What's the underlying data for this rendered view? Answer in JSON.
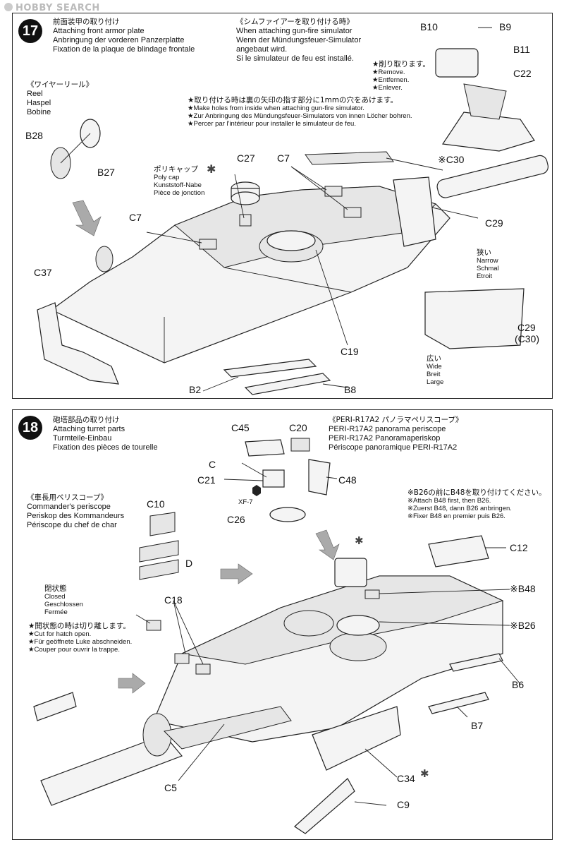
{
  "watermark": "HOBBY SEARCH",
  "step17": {
    "number": "17",
    "title_jp": "前面装甲の取り付け",
    "title_en": "Attaching front armor plate",
    "title_de": "Anbringung der vorderen Panzerplatte",
    "title_fr": "Fixation de la plaque de blindage frontale",
    "gunfire": {
      "jp": "《シムファイアーを取り付ける時》",
      "en": "When attaching gun-fire simulator",
      "de1": "Wenn der Mündungsfeuer-Simulator",
      "de2": "angebaut wird.",
      "fr": "Si le simulateur de feu est installé."
    },
    "reel": {
      "jp": "《ワイヤーリール》",
      "en": "Reel",
      "de": "Haspel",
      "fr": "Bobine"
    },
    "remove": {
      "jp": "★削り取ります。",
      "en": "★Remove.",
      "de": "★Entfernen.",
      "fr": "★Enlever."
    },
    "holes": {
      "jp": "★取り付ける時は裏の矢印の指す部分に1mmの穴をあけます。",
      "en": "★Make holes from inside when attaching gun-fire simulator.",
      "de": "★Zur Anbringung des Mündungsfeuer-Simulators von innen Löcher bohren.",
      "fr": "★Percer par l'intérieur pour installer le simulateur de feu."
    },
    "polycap": {
      "jp": "ポリキャップ",
      "en": "Poly cap",
      "de": "Kunststoff-Nabe",
      "fr": "Pièce de jonction"
    },
    "narrow": {
      "jp": "狭い",
      "en": "Narrow",
      "de": "Schmal",
      "fr": "Etroit"
    },
    "wide": {
      "jp": "広い",
      "en": "Wide",
      "de": "Breit",
      "fr": "Large"
    },
    "parts": {
      "b10": "B10",
      "b9": "B9",
      "b11": "B11",
      "c22": "C22",
      "c30": "※C30",
      "b28": "B28",
      "b27": "B27",
      "c27": "C27",
      "c7a": "C7",
      "c7b": "C7",
      "c29a": "C29",
      "c37": "C37",
      "c19": "C19",
      "c29b": "C29",
      "c30b": "(C30)",
      "b2": "B2",
      "b8": "B8"
    }
  },
  "step18": {
    "number": "18",
    "title_jp": "砲塔部品の取り付け",
    "title_en": "Attaching turret parts",
    "title_de": "Turmteile-Einbau",
    "title_fr": "Fixation des pièces de tourelle",
    "peri": {
      "jp": "《PERI-R17A2 パノラマペリスコープ》",
      "en": "PERI-R17A2 panorama periscope",
      "de": "PERI-R17A2 Panoramaperiskop",
      "fr": "Périscope panoramique PERI-R17A2"
    },
    "commander": {
      "jp": "《車長用ペリスコープ》",
      "en": "Commander's periscope",
      "de": "Periskop des Kommandeurs",
      "fr": "Périscope du chef de char"
    },
    "b48note": {
      "jp": "※B26の前にB48を取り付けてください。",
      "en": "※Attach B48 first, then B26.",
      "de": "※Zuerst B48, dann B26 anbringen.",
      "fr": "※Fixer B48 en premier puis B26."
    },
    "closed": {
      "jp": "閉状態",
      "en": "Closed",
      "de": "Geschlossen",
      "fr": "Fermée"
    },
    "cut": {
      "jp": "★開状態の時は切り離します。",
      "en": "★Cut for hatch open.",
      "de": "★Für geöffnete Luke abschneiden.",
      "fr": "★Couper pour ouvrir la trappe."
    },
    "parts": {
      "c45": "C45",
      "c20": "C20",
      "c": "C",
      "c21": "C21",
      "c48": "C48",
      "xf7": "XF-7",
      "c26": "C26",
      "c10": "C10",
      "d": "D",
      "c12": "C12",
      "b48": "※B48",
      "c18": "C18",
      "b26": "※B26",
      "b6": "B6",
      "b7": "B7",
      "c5": "C5",
      "c34": "C34",
      "c9": "C9"
    }
  }
}
